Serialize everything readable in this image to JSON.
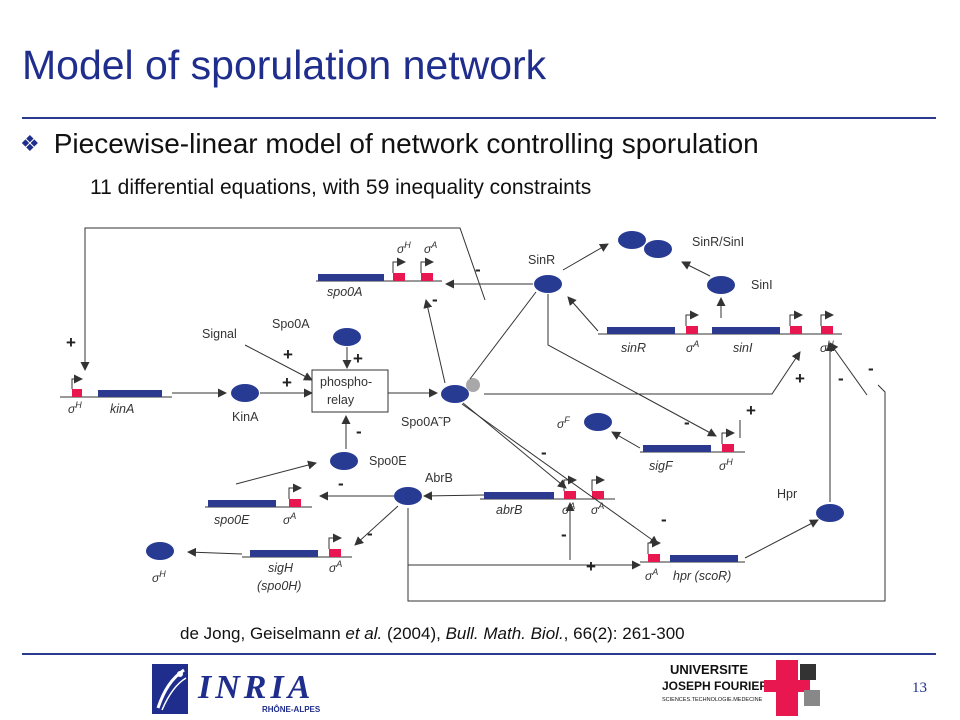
{
  "slide": {
    "title": "Model of sporulation network",
    "bullet": "Piecewise-linear model of network controlling sporulation",
    "subbullet": "11 differential equations, with 59 inequality constraints",
    "citation": {
      "authors": "de Jong, Geiselmann ",
      "etal": "et al.",
      "year": " (2004), ",
      "journal": "Bull. Math. Biol.",
      "rest": ", 66(2): 261-300"
    },
    "page_number": "13"
  },
  "colors": {
    "title": "#1f2d8c",
    "gene_bar": "#2b3a8f",
    "promoter": "#e8174f",
    "protein": "#283b93",
    "phosphate": "#a8a8a8"
  },
  "diagram": {
    "genes": {
      "kinA": "kinA",
      "spo0A": "spo0A",
      "spo0E": "spo0E",
      "sigH": "sigH",
      "spo0H": "(spo0H)",
      "abrB": "abrB",
      "sinR": "sinR",
      "sinI": "sinI",
      "sigF": "sigF",
      "hpr": "hpr (scoR)"
    },
    "proteins": {
      "kinA": "KinA",
      "spo0A": "Spo0A",
      "spo0AP": "Spo0A˜P",
      "spo0E": "Spo0E",
      "abrB": "AbrB",
      "sinR": "SinR",
      "sinI": "SinI",
      "sinRsinI": "SinR/SinI",
      "hpr": "Hpr"
    },
    "signal": "Signal",
    "phosphorelay": {
      "line1": "phospho-",
      "line2": "relay"
    },
    "sigma": {
      "symbol": "σ",
      "H": "H",
      "A": "A",
      "F": "F"
    },
    "signs": {
      "plus": "+",
      "minus": "-"
    }
  },
  "logos": {
    "inria": {
      "name": "INRIA",
      "sub": "RHÔNE-ALPES"
    },
    "ujf": {
      "line1": "UNIVERSITE",
      "line2": "JOSEPH FOURIER",
      "line3": "SCIENCES.TECHNOLOGIE.MEDECINE"
    }
  }
}
